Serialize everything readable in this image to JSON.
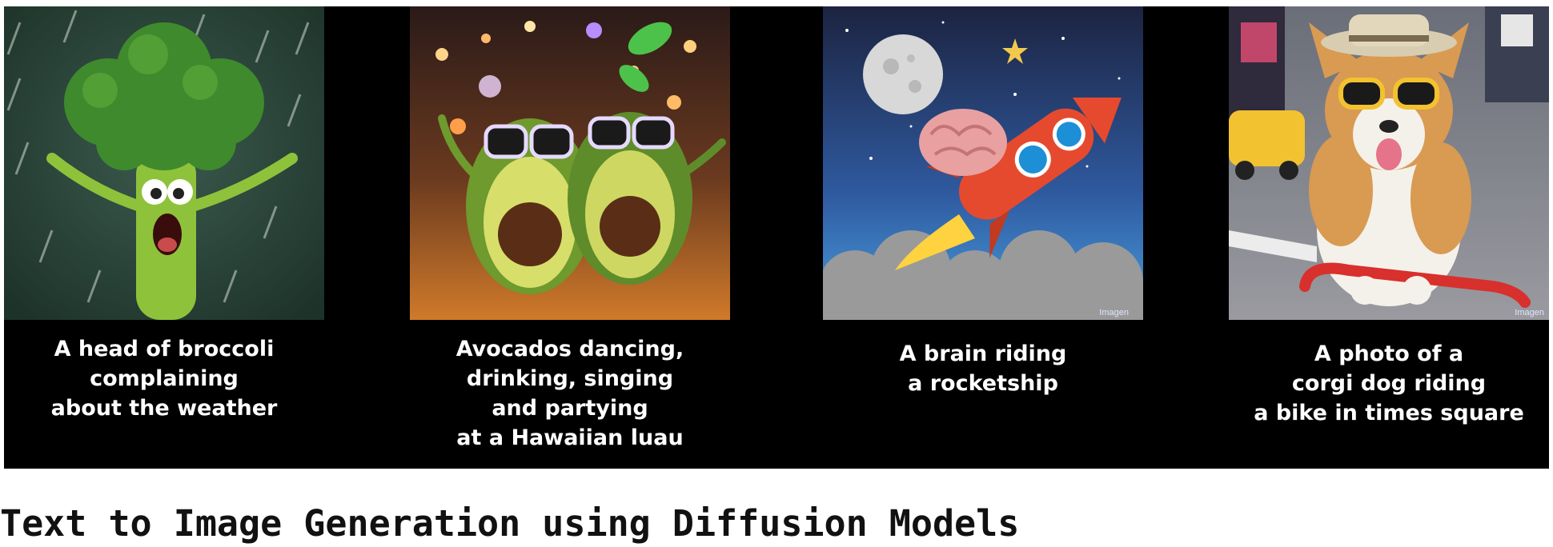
{
  "cards": [
    {
      "icon": "broccoli-in-rain-illustration",
      "caption": "A head of broccoli\ncomplaining\nabout the weather"
    },
    {
      "icon": "dancing-avocados-illustration",
      "caption": "Avocados dancing,\ndrinking, singing\nand partying\nat a Hawaiian luau"
    },
    {
      "icon": "brain-rocket-illustration",
      "caption": "A brain riding\na rocketship",
      "watermark": "Imagen"
    },
    {
      "icon": "corgi-bike-photo",
      "caption": "A photo of a\ncorgi dog riding\na bike in times square",
      "watermark": "Imagen"
    }
  ],
  "headline": "Text to Image Generation using Diffusion Models",
  "colors": {
    "panel": "#000000",
    "caption": "#ffffff",
    "headline": "#111111"
  }
}
